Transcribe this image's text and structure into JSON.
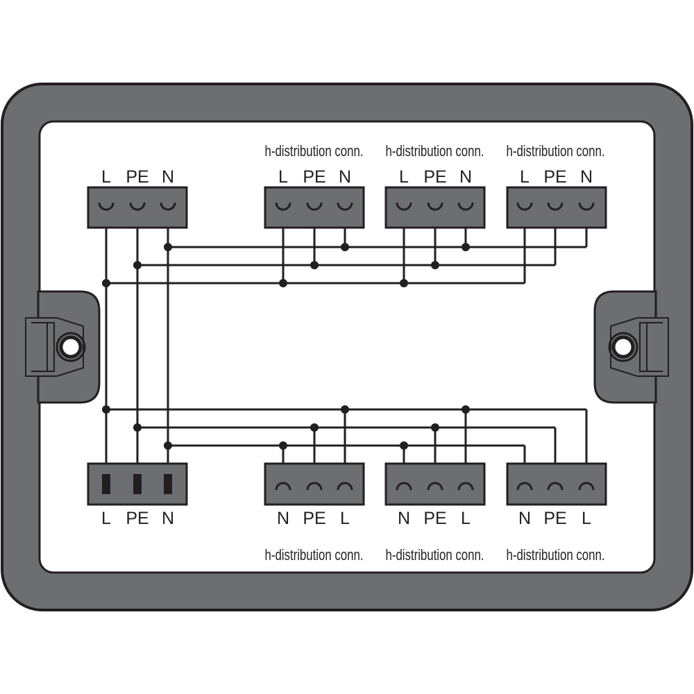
{
  "colors": {
    "housing": "#6d6e71",
    "line": "#231f20",
    "background": "#ffffff"
  },
  "input_connector": {
    "top_labels": [
      "L",
      "PE",
      "N"
    ],
    "bottom_labels": [
      "L",
      "PE",
      "N"
    ]
  },
  "top_outputs": [
    {
      "caption": "h-distribution conn.",
      "labels": [
        "L",
        "PE",
        "N"
      ]
    },
    {
      "caption": "h-distribution conn.",
      "labels": [
        "L",
        "PE",
        "N"
      ]
    },
    {
      "caption": "h-distribution conn.",
      "labels": [
        "L",
        "PE",
        "N"
      ]
    }
  ],
  "bottom_outputs": [
    {
      "caption": "h-distribution conn.",
      "labels": [
        "N",
        "PE",
        "L"
      ]
    },
    {
      "caption": "h-distribution conn.",
      "labels": [
        "N",
        "PE",
        "L"
      ]
    },
    {
      "caption": "h-distribution conn.",
      "labels": [
        "N",
        "PE",
        "L"
      ]
    }
  ],
  "icons": {
    "mount_left": "mounting-ear-icon",
    "mount_right": "mounting-ear-icon"
  }
}
